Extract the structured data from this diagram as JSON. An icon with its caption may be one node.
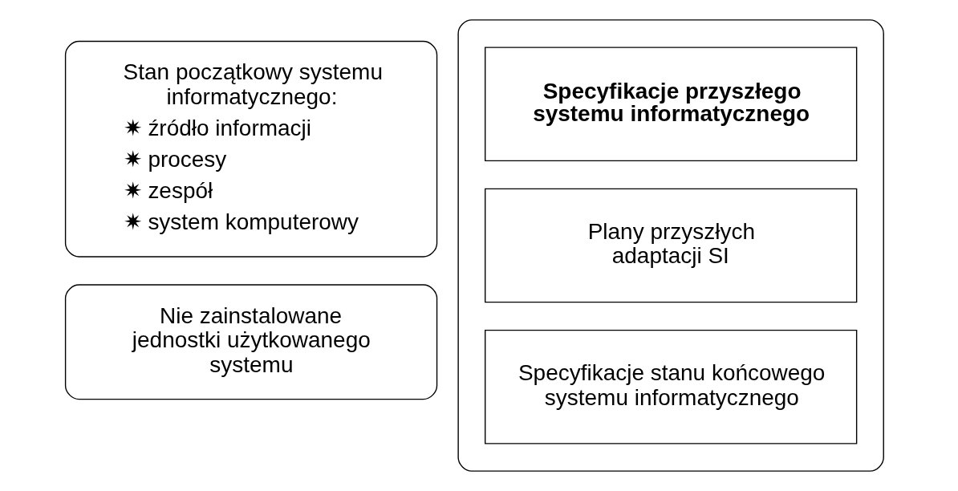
{
  "diagram": {
    "nodes": [
      {
        "text": [
          "Stan początkowy systemu informatycznego:",
          "✷ źródło informacji",
          "✷ procesy",
          "✷ zespół",
          "✷ system komputerowy"
        ]
      },
      {
        "text": [
          "Nie zainstalowane jednostki użytkowanego systemu"
        ]
      },
      {
        "text": [],
        "shape": "box"
      },
      {
        "text": [
          "Specyfikacje stanu końcowego systemu informatycznego"
        ],
        "in": 2
      },
      {
        "text": [
          "Specyfikacje przyszłego systemu informatycznego"
        ],
        "in": 2
      },
      {
        "text": [
          "Plany przyszłych adaptacji SI"
        ],
        "in": 2
      }
    ],
    "edges": []
  }
}
